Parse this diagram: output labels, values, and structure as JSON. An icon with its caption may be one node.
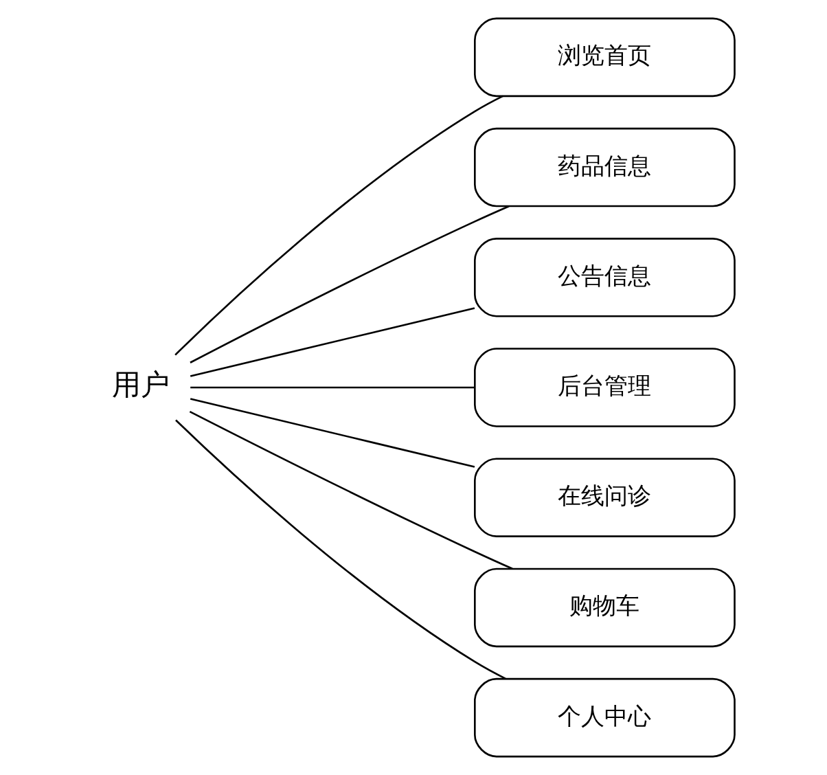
{
  "diagram": {
    "nodes": [
      {
        "text": [
          "用户"
        ]
      },
      {
        "text": [
          "浏览首页"
        ]
      },
      {
        "text": [
          "药品信息"
        ]
      },
      {
        "text": [
          "公告信息"
        ]
      },
      {
        "text": [
          "后台管理"
        ]
      },
      {
        "text": [
          "在线问诊"
        ]
      },
      {
        "text": [
          "购物车"
        ]
      },
      {
        "text": [
          "个人中心"
        ]
      }
    ],
    "edges": [
      {
        "from": 0,
        "to": 1,
        "arrow": "none"
      },
      {
        "from": 0,
        "to": 2,
        "arrow": "none"
      },
      {
        "from": 0,
        "to": 3,
        "arrow": "none"
      },
      {
        "from": 0,
        "to": 4,
        "arrow": "none"
      },
      {
        "from": 0,
        "to": 5,
        "arrow": "none"
      },
      {
        "from": 0,
        "to": 6,
        "arrow": "none"
      },
      {
        "from": 0,
        "to": 7,
        "arrow": "none"
      }
    ]
  }
}
